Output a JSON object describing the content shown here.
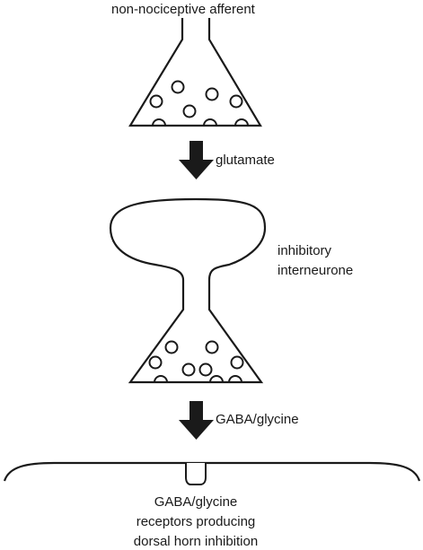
{
  "diagram": {
    "top_neuron_label": "non-nociceptive afferent",
    "first_transmitter_label": "glutamate",
    "interneuron_label_line1": "inhibitory",
    "interneuron_label_line2": "interneurone",
    "second_transmitter_label": "GABA/glycine",
    "receptor_label_line1": "GABA/glycine",
    "receptor_label_line2": "receptors producing",
    "receptor_label_line3": "dorsal horn inhibition"
  },
  "colors": {
    "line": "#1a1a1a",
    "fill": "#ffffff"
  }
}
